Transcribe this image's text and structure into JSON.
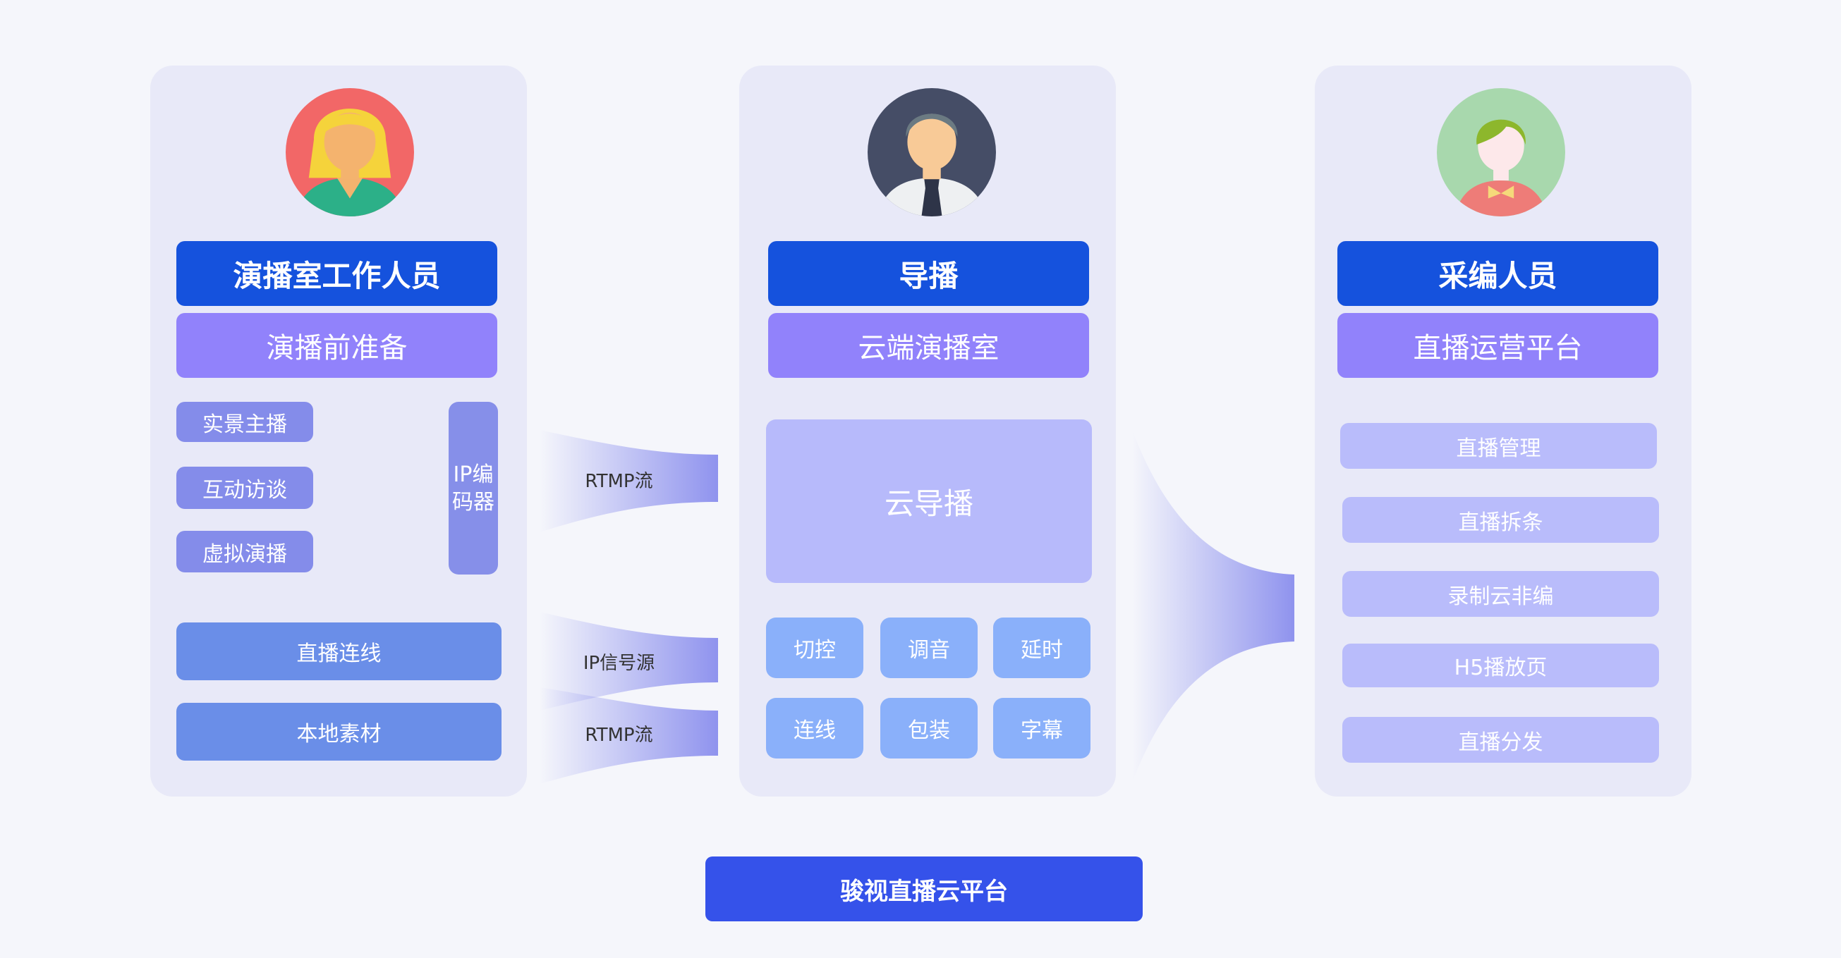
{
  "columns": {
    "studio": {
      "role": "演播室工作人员",
      "stage": "演播前准备",
      "sources": [
        "实景主播",
        "互动访谈",
        "虚拟演播"
      ],
      "encoder": "IP编码器",
      "inputs": [
        "直播连线",
        "本地素材"
      ]
    },
    "director": {
      "role": "导播",
      "stage": "云端演播室",
      "core": "云导播",
      "functions": [
        "切控",
        "调音",
        "延时",
        "连线",
        "包装",
        "字幕"
      ]
    },
    "editor": {
      "role": "采编人员",
      "stage": "直播运营平台",
      "platform_items": [
        "直播管理",
        "直播拆条",
        "录制云非编",
        "H5播放页",
        "直播分发"
      ]
    }
  },
  "flows": {
    "rtmp_top": "RTMP流",
    "ip_signal": "IP信号源",
    "rtmp_bottom": "RTMP流"
  },
  "footer": {
    "platform": "骏视直播云平台"
  },
  "colors": {
    "role_blue": "#1552dd",
    "stage_purple": "#9182fb",
    "footer_blue": "#3552ea",
    "panel": "#e8e9f8"
  },
  "icons": [
    "female-staff-avatar-icon",
    "director-avatar-icon",
    "editor-avatar-icon"
  ]
}
